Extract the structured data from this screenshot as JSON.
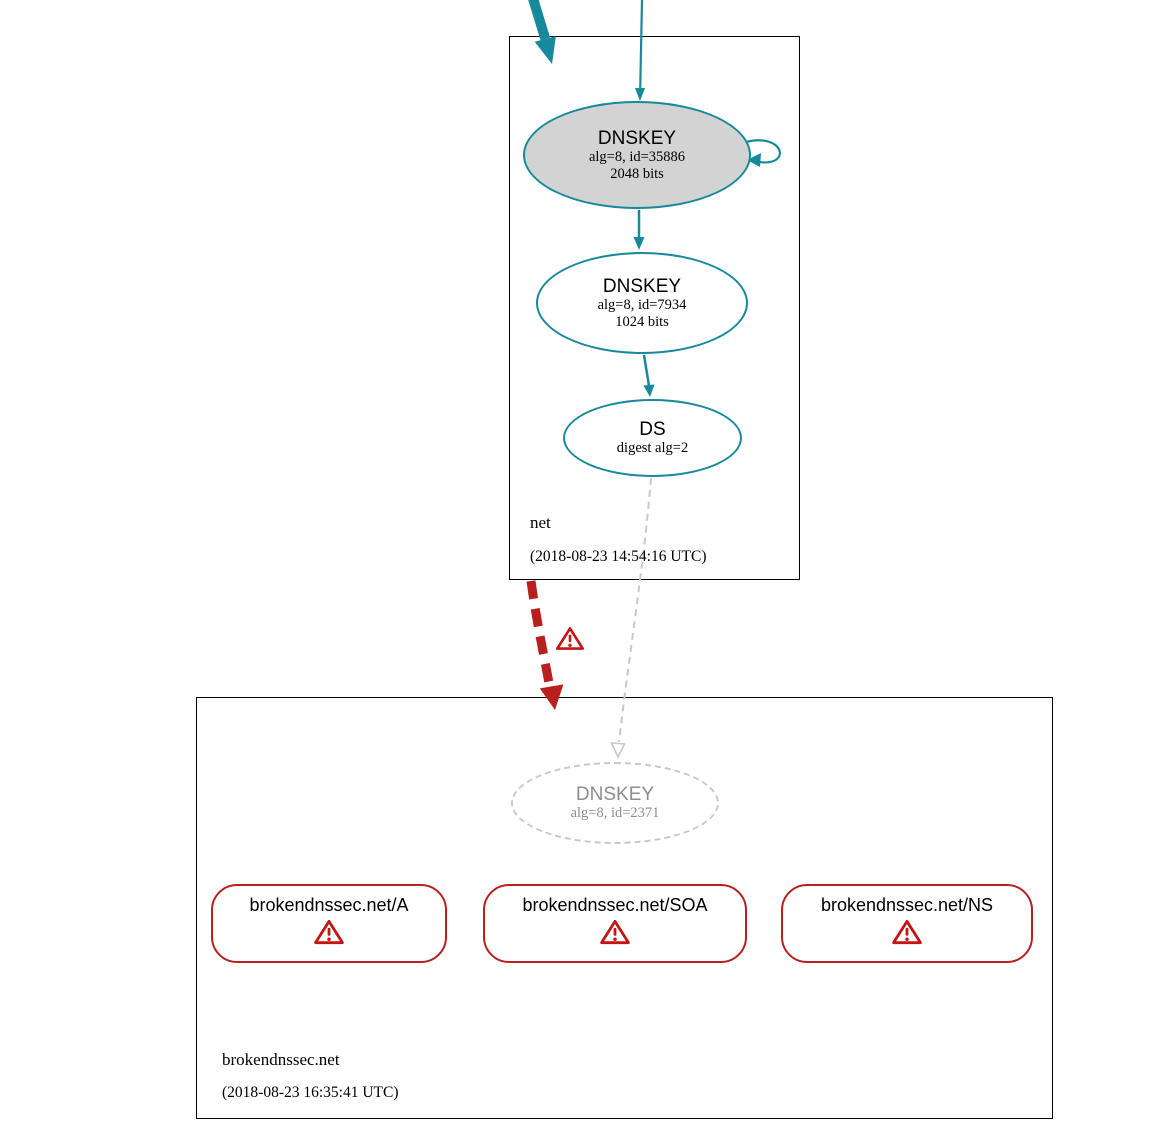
{
  "colors": {
    "teal": "#17899c",
    "red": "#b81f1f",
    "warning_red": "#c41414",
    "ksk_fill_gray": "#d3d3d3",
    "insecure_gray": "#c9c9c9"
  },
  "icons": {
    "warning": "warning-icon (red triangle with exclamation mark)"
  },
  "net_zone": {
    "label": "net",
    "timestamp": "(2018-08-23 14:54:16 UTC)",
    "ksk": {
      "title": "DNSKEY",
      "detail": "alg=8, id=35886",
      "bits": "2048 bits"
    },
    "zsk": {
      "title": "DNSKEY",
      "detail": "alg=8, id=7934",
      "bits": "1024 bits"
    },
    "ds": {
      "title": "DS",
      "detail": "digest alg=2"
    }
  },
  "broken_zone": {
    "label": "brokendnssec.net",
    "timestamp": "(2018-08-23 16:35:41 UTC)",
    "dnskey": {
      "title": "DNSKEY",
      "detail": "alg=8, id=2371"
    },
    "rrsets": [
      {
        "label": "brokendnssec.net/A"
      },
      {
        "label": "brokendnssec.net/SOA"
      },
      {
        "label": "brokendnssec.net/NS"
      }
    ]
  }
}
